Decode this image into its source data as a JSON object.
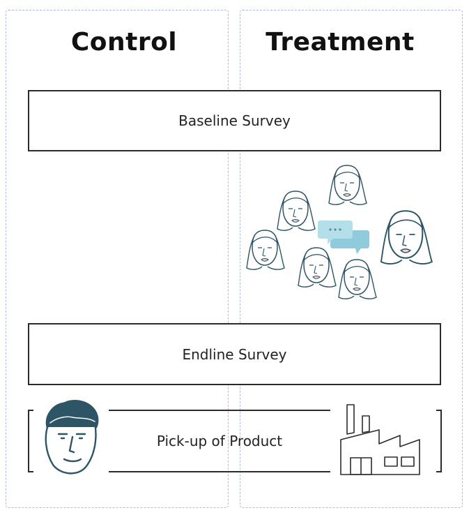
{
  "columns": {
    "control": {
      "title": "Control"
    },
    "treatment": {
      "title": "Treatment"
    }
  },
  "stages": {
    "baseline": "Baseline Survey",
    "endline": "Endline Survey",
    "pickup": "Pick-up of Product"
  },
  "icons": {
    "treatment_group": "women-discussion-group-icon",
    "speech": "speech-bubbles-icon",
    "person": "man-face-icon",
    "factory": "factory-icon"
  },
  "colors": {
    "column_border": "#a9b9e8",
    "face_line": "#2d5566",
    "speech_bubble": "#a8d8e4",
    "box_border": "#2b2b2b"
  }
}
